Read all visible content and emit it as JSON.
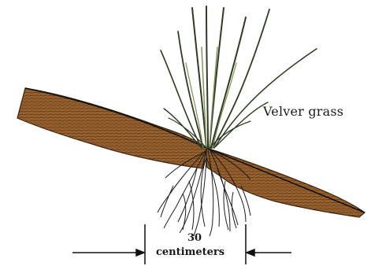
{
  "plant_label": "Velver grass",
  "scale": {
    "value": "30",
    "unit": "centimeters"
  },
  "colors": {
    "soil": "#8a5a2b",
    "soil_dark": "#5c3716",
    "grass": "#2f3b23",
    "grass_highlight": "#7d8f56",
    "roots": "#1d1d1d"
  }
}
